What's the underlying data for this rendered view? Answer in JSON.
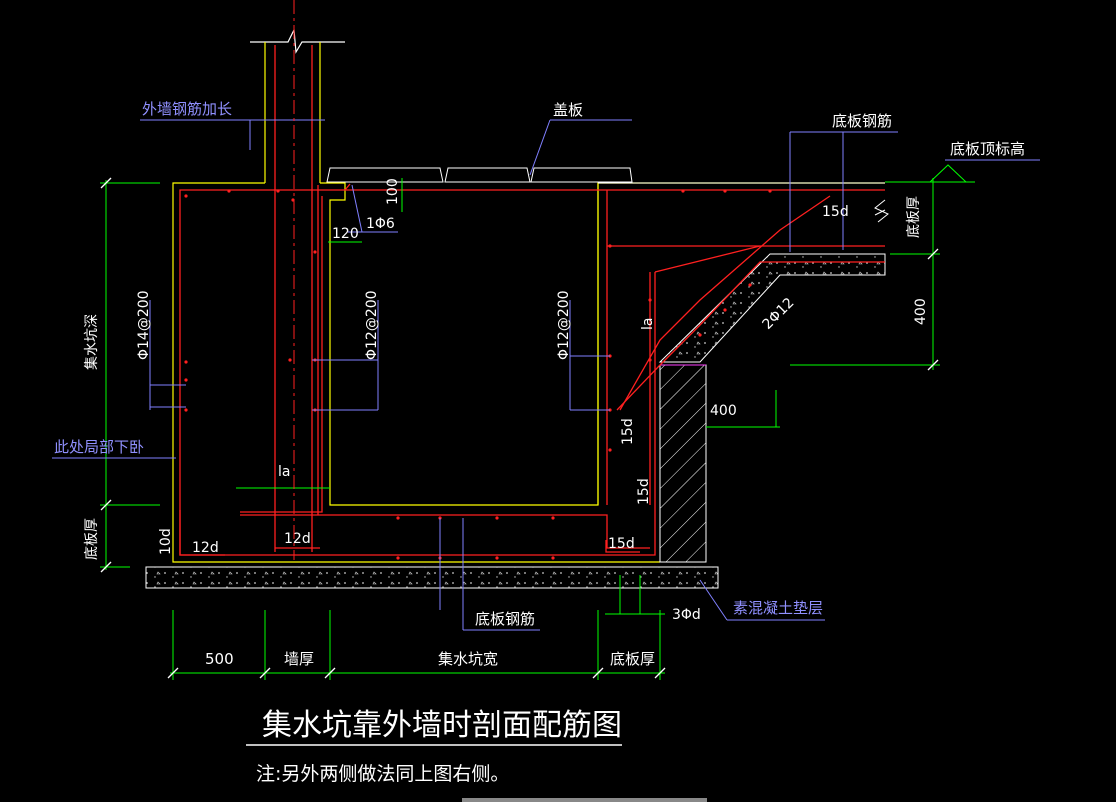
{
  "drawing": {
    "title": "集水坑靠外墙时剖面配筋图",
    "note": "注:另外两侧做法同上图右侧。"
  },
  "labels": {
    "wall_rebar_extend": "外墙钢筋加长",
    "cover_plate": "盖板",
    "bottom_slab_rebar_top": "底板钢筋",
    "bottom_slab_top_elev": "底板顶标高",
    "bottom_slab_thick_right": "底板厚",
    "pit_depth": "集水坑深",
    "local_lower": "此处局部下卧",
    "bottom_slab_thick_left": "底板厚",
    "bottom_slab_rebar_bottom": "底板钢筋",
    "plain_concrete_bedding": "素混凝土垫层",
    "wall_thickness": "墙厚",
    "pit_width": "集水坑宽",
    "bottom_slab_thick_bottom": "底板厚"
  },
  "annotations": {
    "phi14": "Φ14@200",
    "phi12_a": "Φ12@200",
    "phi12_b": "Φ12@200",
    "one_phi6": "1Φ6",
    "two_phi12": "2Φ12",
    "three_phi_d": "3Φd",
    "la_1": "la",
    "la_2": "la",
    "d15_a": "15d",
    "d15_b": "15d",
    "d15_c": "15d",
    "d15_d": "15d",
    "d12_a": "12d",
    "d12_b": "12d",
    "d10": "10d"
  },
  "dimensions": {
    "dim_100": "100",
    "dim_120": "120",
    "dim_400_right": "400",
    "dim_400_mid": "400",
    "dim_500": "500"
  },
  "colors": {
    "background": "#000000",
    "outline": "#ffff00",
    "rebar": "#ff2020",
    "dimension": "#00ff00",
    "leader": "#8080ff",
    "text_leader": "#9090ff",
    "text_white": "#ffffff",
    "concrete": "#cccccc"
  }
}
